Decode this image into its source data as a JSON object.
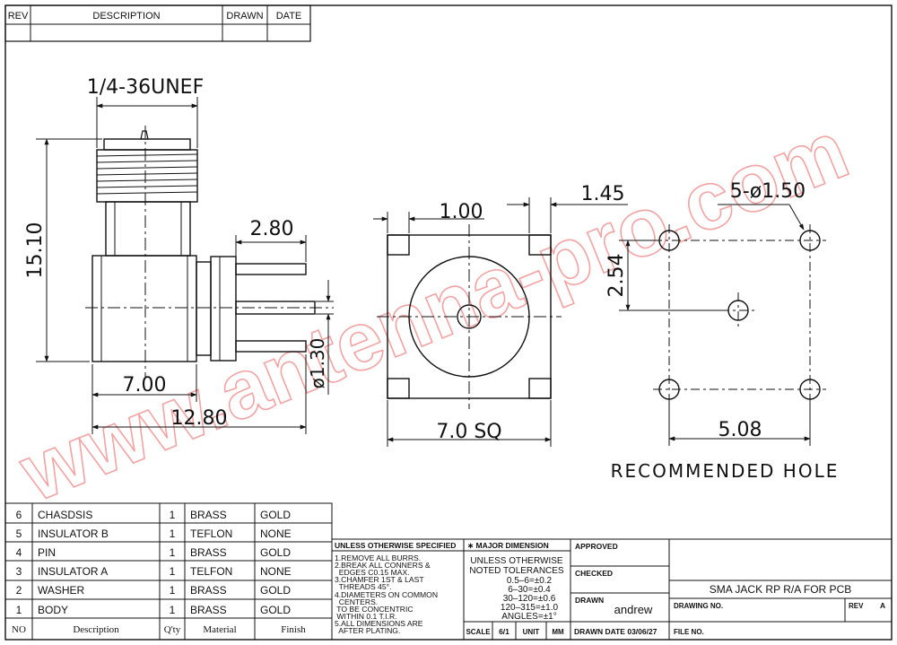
{
  "revision_block": {
    "headers": [
      "REV",
      "DESCRIPTION",
      "DRAWN",
      "DATE"
    ]
  },
  "dimensions": {
    "thread": "1/4-36UNEF",
    "overall_height": "15.10",
    "pin_length": "2.80",
    "body_length": "7.00",
    "total_length": "12.80",
    "pin_diameter": "ø1.30",
    "square_side": "7.0 SQ",
    "pad_width": "1.00",
    "pad_offset": "1.45",
    "hole_spec": "5-ø1.50",
    "hole_offset": "2.54",
    "hole_pitch": "5.08",
    "recommended_hole": "RECOMMENDED HOLE"
  },
  "watermark": "www.antenna-pro.com",
  "bom": {
    "header": [
      "NO",
      "Description",
      "Q'ty",
      "Material",
      "Finish"
    ],
    "rows": [
      {
        "no": "6",
        "desc": "CHASDSIS",
        "qty": "1",
        "material": "BRASS",
        "finish": "GOLD"
      },
      {
        "no": "5",
        "desc": "INSULATOR B",
        "qty": "1",
        "material": "TEFLON",
        "finish": "NONE"
      },
      {
        "no": "4",
        "desc": "PIN",
        "qty": "1",
        "material": "BRASS",
        "finish": "GOLD"
      },
      {
        "no": "3",
        "desc": "INSULATOR A",
        "qty": "1",
        "material": "TELFON",
        "finish": "NONE"
      },
      {
        "no": "2",
        "desc": "WASHER",
        "qty": "1",
        "material": "BRASS",
        "finish": "GOLD"
      },
      {
        "no": "1",
        "desc": "BODY",
        "qty": "1",
        "material": "BRASS",
        "finish": "GOLD"
      }
    ]
  },
  "notes": {
    "title": "UNLESS OTHERWISE SPECIFIED",
    "lines": [
      "1.REMOVE ALL BURRS.",
      "2.BREAK ALL CONNERS &",
      "  EDGES C0.15 MAX.",
      "3.CHAMFER 1ST & LAST",
      "  THREADS 45°.",
      "4.DIAMETERS ON COMMON",
      "  CENTERS.",
      " TO BE CONCENTRIC",
      " WITHIN 0.1 T.I.R.",
      "5.ALL DIMENSIONS ARE",
      "  AFTER PLATING."
    ]
  },
  "tolerances": {
    "title": "∗ MAJOR DIMENSION",
    "lines": [
      "UNLESS OTHERWISE",
      "NOTED TOLERANCES",
      "0.5–6=±0.2",
      "6–30=±0.4",
      "30–120=±0.6",
      "120–315=±1.0",
      "ANGLES=±1°"
    ],
    "scale_label": "SCALE",
    "scale_value": "6/1",
    "unit_label": "UNIT",
    "unit_value": "MM"
  },
  "title_block": {
    "approved": "APPROVED",
    "checked": "CHECKED",
    "drawn": "DRAWN",
    "drawn_by": "andrew",
    "drawn_date": "DRAWN DATE 03/06/27",
    "part_title": "SMA JACK RP R/A FOR PCB",
    "drawing_no": "DRAWING NO.",
    "rev": "REV",
    "rev_value": "A",
    "file_no": "FILE NO."
  }
}
